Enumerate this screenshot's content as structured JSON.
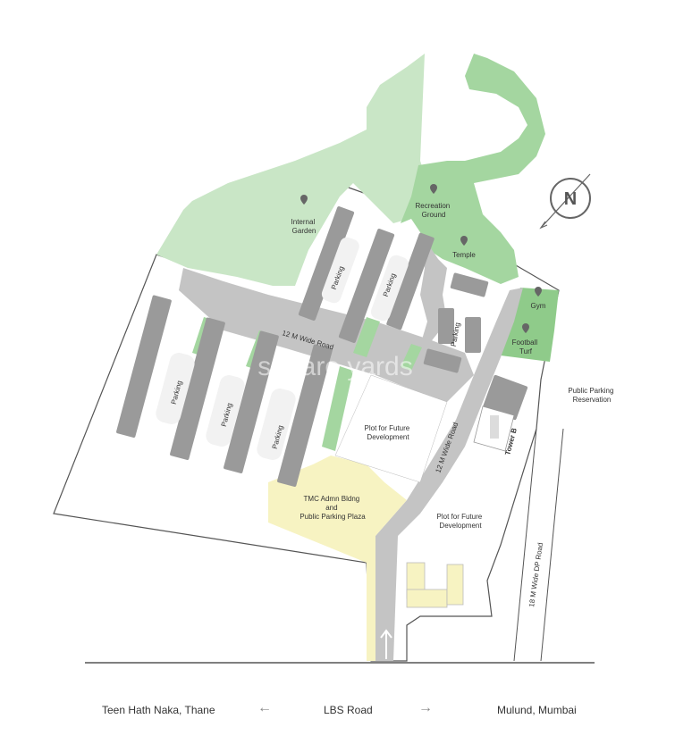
{
  "map": {
    "north_label": "N",
    "watermark": "square yards",
    "labels": {
      "internal_garden": [
        "Internal",
        "Garden"
      ],
      "recreation_ground": [
        "Recreation",
        "Ground"
      ],
      "temple": "Temple",
      "gym": "Gym",
      "football_turf": [
        "Football",
        "Turf"
      ],
      "public_parking_reservation": [
        "Public Parking",
        "Reservation"
      ],
      "plot_future_1": [
        "Plot for Future",
        "Development"
      ],
      "plot_future_2": [
        "Plot for Future",
        "Development"
      ],
      "tmc": [
        "TMC Admn Bldng",
        "and",
        "Public Parking Plaza"
      ],
      "tower_b": "Tower B",
      "road_12m_a": "12 M Wide Road",
      "road_12m_b": "12 M Wide Road",
      "road_18m": "18 M Wide DP Road",
      "parking": "Parking"
    }
  },
  "footer": {
    "left": "Teen Hath Naka, Thane",
    "center": "LBS Road",
    "right": "Mulund, Mumbai",
    "arrow_left": "←",
    "arrow_right": "→"
  },
  "colors": {
    "green_light": "#c9e6c6",
    "green_mid": "#a4d6a0",
    "green_dark": "#8fcb8a",
    "road": "#c4c4c4",
    "building": "#9a9a9a",
    "yellow": "#f7f3c2",
    "outline": "#555555"
  }
}
